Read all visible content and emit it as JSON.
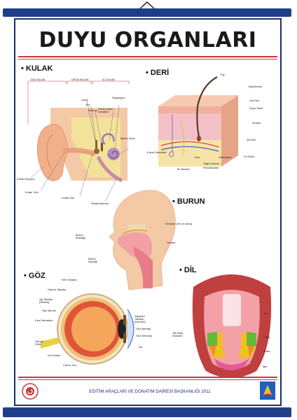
{
  "poster": {
    "title": "DUYU ORGANLARI",
    "footer": "EĞİTİM ARAÇLARI VE DONATIM DAİRESİ BAŞKANLIĞI 2011",
    "colors": {
      "frame_bar": "#1f3e8a",
      "rule": "#c83a3a",
      "skin": "#f4c9a6",
      "tissue_pink": "#e98aa8"
    }
  },
  "sections": {
    "kulak": {
      "heading": "• KULAK",
      "zones": {
        "outer": "DIŞ KULAK",
        "middle": "ORTA KULAK",
        "inner": "İÇ KULAK"
      },
      "labels": {
        "cekic": "Çekiç",
        "orc": "Örs",
        "uzengi": "Üzengi",
        "yarim_daire": "Yarım Daire Kanalları",
        "salyangoz": "Salyangoz",
        "isitme_siniri": "İşitme Siniri",
        "kulak_kepcesi": "Kulak Kepçesi",
        "kulak_yolu": "Kulak Yolu",
        "kulak_zari": "Kulak Zarı",
        "ostaki": "Östaki Borusu"
      }
    },
    "deri": {
      "heading": "• DERİ",
      "labels": {
        "tuy": "Tüy",
        "yag_bezesi": "Yağ Bezesi",
        "ust_deri": "Üst Deri",
        "duyu_siniri": "Duyu Siniri",
        "sinirler": "Sinirler",
        "alt_deri": "Alt Deri",
        "kilcal": "Kılcal Damarlar",
        "kas": "Kas",
        "atardamar": "Atardamar",
        "kil_koku": "Kıl Kökü",
        "yag_dokusu": "Yağlı Dokusu",
        "fibroblastlar": "Fibroblastlar",
        "ter_bezleri": "Ter Bezleri"
      }
    },
    "burun": {
      "heading": "• BURUN",
      "labels": {
        "sinusler": "Sinüsler (Ön ve Arka)",
        "sinirler": "Sinirler",
        "burun_boslugu": "Burun Boşluğu",
        "burun_acikligi": "Burun Açıklığı"
      }
    },
    "goz": {
      "heading": "• GÖZ",
      "labels": {
        "sert_tabaka": "Sert Tabaka",
        "damar_tabaka": "Damar Tabaka",
        "ag_tabaka": "Ağ Tabaka (Retina)",
        "sari_benek": "Sarı Benek",
        "kan_damarlari": "Kan Damarları",
        "gorme_siniri": "Görme Siniri",
        "kor_nokta": "Kör Nokta",
        "camsi_sivi": "Camsı Sıvı",
        "saydam_tabaka": "Saydam Tabaka (Kornea)",
        "goz_bebegi": "Göz Bebeği",
        "goz_merceği": "Göz Merceği",
        "iris": "İris"
      }
    },
    "dil": {
      "heading": "• DİL",
      "labels": {
        "aci": "Acı",
        "tat_alma": "Tat Alma Dokuları",
        "eksi": "Ekşi",
        "tuzlu": "Tuzlu",
        "tatli": "Tatlı"
      }
    }
  }
}
